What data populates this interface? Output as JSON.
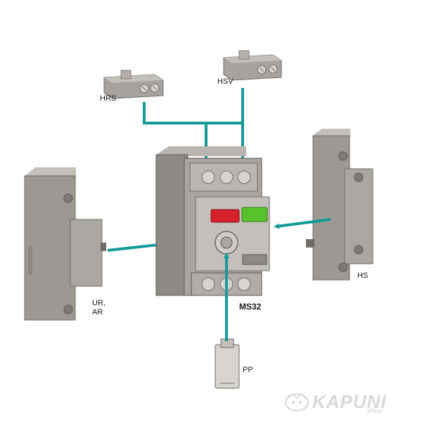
{
  "labels": {
    "hrs": "HRS",
    "hsv": "HSV",
    "hs": "HS",
    "ur_line1": "UR,",
    "ur_line2": "AR",
    "ms32": "MS32",
    "pp": "PP"
  },
  "watermark": {
    "brand": "KAPUNI",
    "sub": "shop"
  },
  "colors": {
    "arrow": "#139b98",
    "body": "#9c9894",
    "body_dark": "#6f6b67",
    "body_light": "#c3c0bc",
    "red_button": "#d6202a",
    "green_button": "#58c22c"
  }
}
